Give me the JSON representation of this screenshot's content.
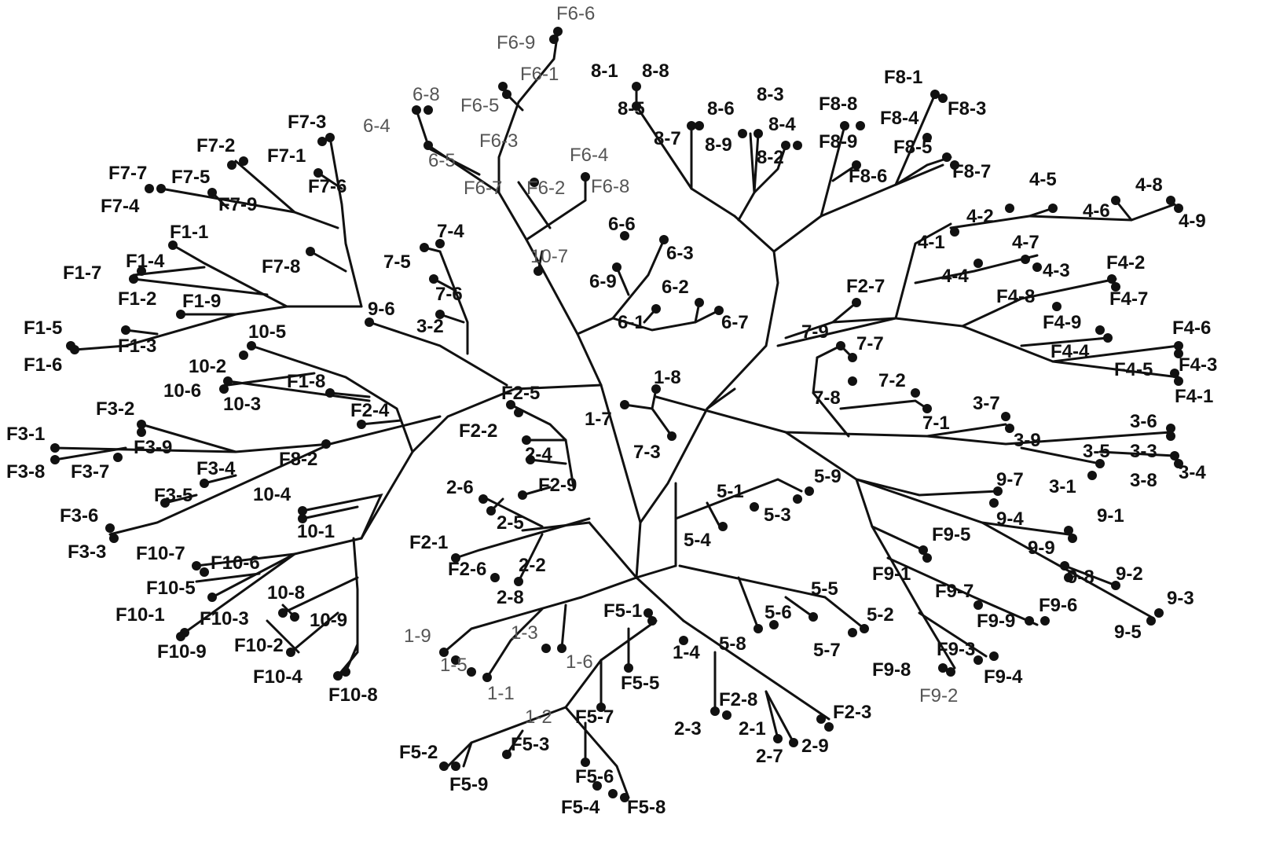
{
  "colors": {
    "line": "#111111",
    "label": "#111111",
    "faint_label": "#555555",
    "background": "#ffffff"
  },
  "tree": {
    "labels": [
      "F6-6",
      "F6-9",
      "F6-1",
      "F6-5",
      "F6-3",
      "F6-7",
      "F6-2",
      "F6-4",
      "F6-8",
      "6-8",
      "6-4",
      "6-5",
      "10-7",
      "8-1",
      "8-8",
      "8-5",
      "8-7",
      "8-6",
      "8-3",
      "8-9",
      "8-4",
      "8-2",
      "F8-1",
      "F8-3",
      "F8-8",
      "F8-4",
      "F8-9",
      "F8-5",
      "F8-6",
      "F8-7",
      "4-5",
      "4-8",
      "4-6",
      "4-9",
      "4-2",
      "4-1",
      "4-7",
      "4-4",
      "4-3",
      "F4-2",
      "F4-8",
      "F4-7",
      "F4-9",
      "F4-6",
      "F4-4",
      "F4-3",
      "F4-5",
      "F4-1",
      "F2-7",
      "7-9",
      "7-7",
      "7-8",
      "7-2",
      "7-1",
      "3-7",
      "3-6",
      "3-9",
      "3-5",
      "3-3",
      "3-4",
      "3-8",
      "3-1",
      "9-7",
      "9-4",
      "9-1",
      "9-9",
      "9-8",
      "9-2",
      "9-3",
      "9-5",
      "5-9",
      "5-1",
      "5-3",
      "5-4",
      "5-5",
      "5-6",
      "5-2",
      "5-8",
      "5-7",
      "F9-5",
      "F9-1",
      "F9-7",
      "F9-6",
      "F9-9",
      "F9-3",
      "F9-8",
      "F9-4",
      "F9-2",
      "F2-3",
      "F2-8",
      "2-3",
      "2-1",
      "2-7",
      "2-9",
      "F5-1",
      "F5-5",
      "1-4",
      "1-6",
      "F5-7",
      "F5-6",
      "F5-4",
      "F5-8",
      "F5-2",
      "F5-3",
      "F5-9",
      "1-9",
      "1-3",
      "1-5",
      "1-1",
      "1-2",
      "2-6",
      "F2-9",
      "2-5",
      "F2-1",
      "F2-6",
      "2-2",
      "2-8",
      "F2-2",
      "2-4",
      "F2-5",
      "1-8",
      "1-7",
      "7-3",
      "6-6",
      "6-3",
      "6-9",
      "6-2",
      "6-1",
      "6-7",
      "7-4",
      "7-5",
      "7-6",
      "3-2",
      "9-6",
      "F7-3",
      "F7-2",
      "F7-1",
      "F7-7",
      "F7-5",
      "F7-6",
      "F7-4",
      "F7-9",
      "F7-8",
      "F1-1",
      "F1-7",
      "F1-4",
      "F1-2",
      "F1-9",
      "F1-5",
      "F1-3",
      "F1-6",
      "10-5",
      "10-2",
      "F1-8",
      "10-6",
      "10-3",
      "F2-4",
      "F3-2",
      "F3-1",
      "F3-9",
      "F3-8",
      "F3-7",
      "F8-2",
      "F3-4",
      "F3-5",
      "F3-6",
      "F3-3",
      "10-4",
      "10-1",
      "F10-7",
      "F10-6",
      "F10-5",
      "10-8",
      "F10-1",
      "F10-3",
      "10-9",
      "F10-9",
      "F10-2",
      "F10-4",
      "F10-8"
    ]
  }
}
